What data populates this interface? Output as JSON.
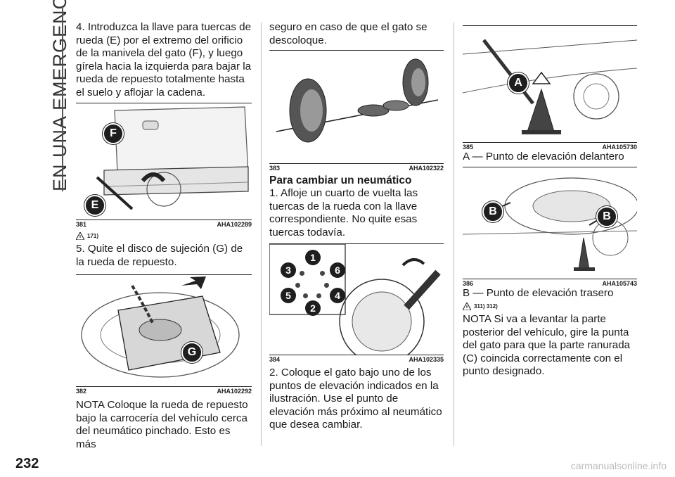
{
  "sidebar": {
    "section_title": "EN UNA EMERGENCIA"
  },
  "page_number": "232",
  "watermark": "carmanualsonline.info",
  "col1": {
    "step4": "4. Introduzca la llave para tuercas de rueda (E) por el extremo del orificio de la manivela del gato (F), y luego gírela hacia la izquierda para bajar la rueda de repuesto totalmente hasta el suelo y aflojar la cadena.",
    "fig381": {
      "num": "381",
      "code": "AHA102289",
      "labels": [
        "F",
        "E"
      ]
    },
    "warn_ref": "171)",
    "step5": "5. Quite el disco de sujeción (G) de la rueda de repuesto.",
    "fig382": {
      "num": "382",
      "code": "AHA102292",
      "labels": [
        "G"
      ]
    },
    "note": "NOTA Coloque la rueda de repuesto bajo la carrocería del vehículo cerca del neumático pinchado. Esto es más"
  },
  "col2": {
    "cont": "seguro en caso de que el gato se descoloque.",
    "fig383": {
      "num": "383",
      "code": "AHA102322"
    },
    "heading": "Para cambiar un neumático",
    "step1": "1. Afloje un cuarto de vuelta las tuercas de la rueda con la llave correspondiente. No quite esas tuercas todavía.",
    "fig384": {
      "num": "384",
      "code": "AHA102335",
      "labels": [
        "1",
        "3",
        "6",
        "5",
        "4",
        "2"
      ]
    },
    "step2": "2. Coloque el gato bajo uno de los puntos de elevación indicados en la ilustración. Use el punto de elevación más próximo al neumático que desea cambiar."
  },
  "col3": {
    "fig385": {
      "num": "385",
      "code": "AHA105730",
      "labels": [
        "A"
      ]
    },
    "cap385": "A — Punto de elevación delantero",
    "fig386": {
      "num": "386",
      "code": "AHA105743",
      "labels": [
        "B",
        "B"
      ]
    },
    "cap386": "B — Punto de elevación trasero",
    "warn_refs": "311) 312)",
    "note": "NOTA Si va a levantar la parte posterior del vehículo, gire la punta del gato para que la parte ranurada (C) coincida correctamente con el punto designado."
  }
}
